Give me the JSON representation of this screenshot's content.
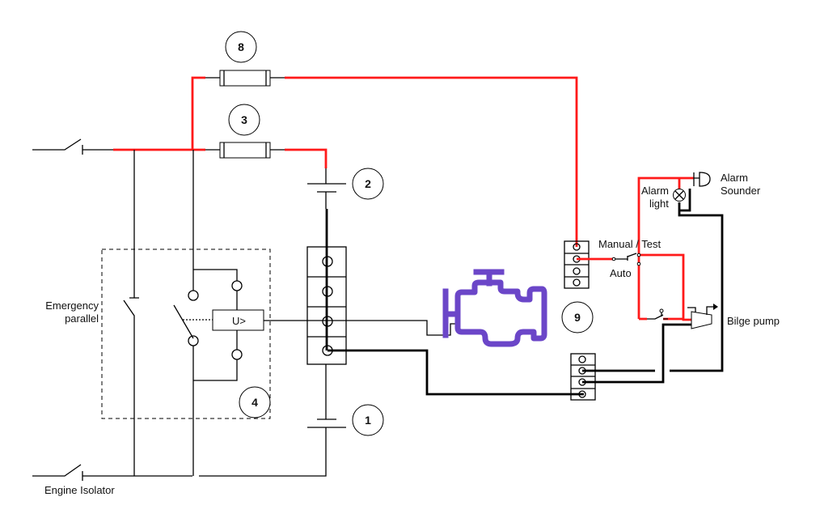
{
  "labels": {
    "emergency_parallel_line1": "Emergency",
    "emergency_parallel_line2": "parallel",
    "engine_isolator": "Engine Isolator",
    "relay": "U>",
    "manual_test": "Manual / Test",
    "auto": "Auto",
    "alarm_light_line1": "Alarm",
    "alarm_light_line2": "light",
    "alarm_sounder_line1": "Alarm",
    "alarm_sounder_line2": "Sounder",
    "bilge_pump": "Bilge pump"
  },
  "callouts": [
    "1",
    "2",
    "3",
    "4",
    "8",
    "9"
  ],
  "colors": {
    "live_wire": "#ff1a1a",
    "engine_icon": "#6b46c8",
    "wire": "#000000"
  },
  "icons": [
    "engine-icon",
    "alarm-light-icon",
    "alarm-sounder-icon",
    "bilge-pump-icon",
    "battery-icon",
    "fuse-icon",
    "switch-icon"
  ]
}
